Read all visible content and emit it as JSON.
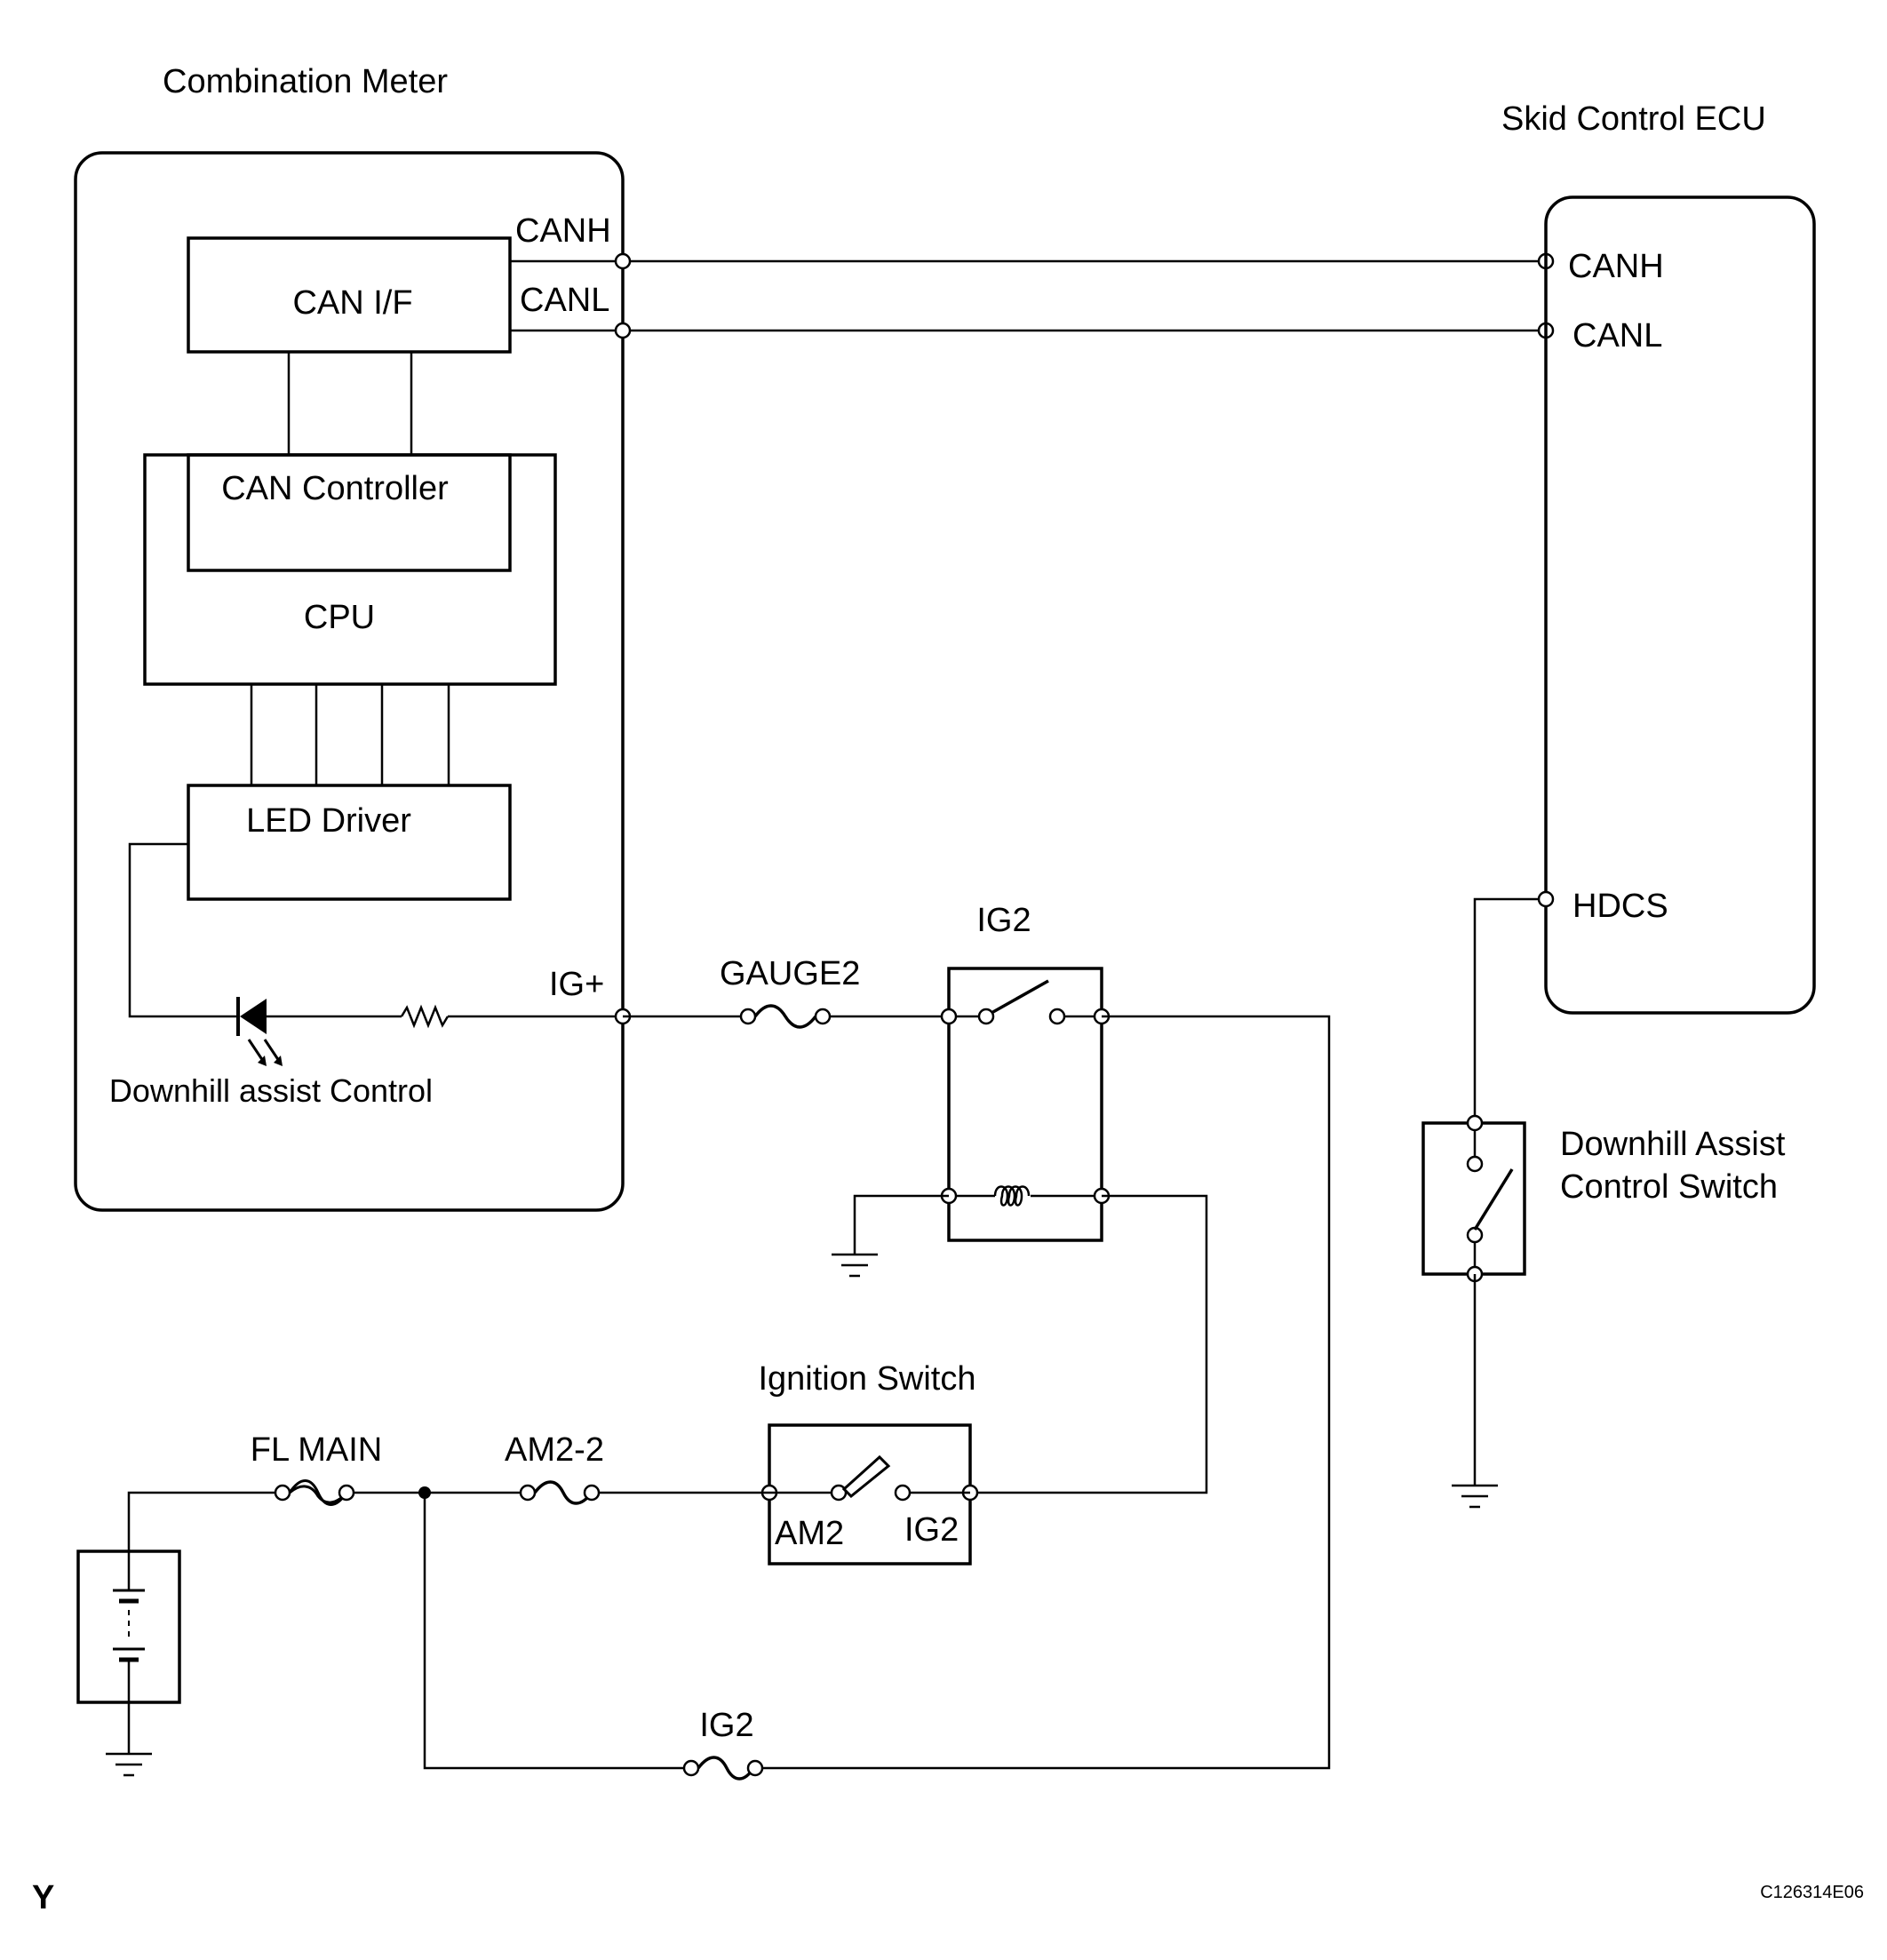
{
  "combination_meter": {
    "title": "Combination Meter",
    "can_if": "CAN I/F",
    "can_controller": "CAN Controller",
    "cpu": "CPU",
    "led_driver": "LED Driver",
    "canh": "CANH",
    "canl": "CANL",
    "ig_plus": "IG+",
    "indicator_label": "Downhill assist Control"
  },
  "skid_control_ecu": {
    "title": "Skid Control ECU",
    "canh": "CANH",
    "canl": "CANL",
    "hdcs": "HDCS"
  },
  "relay": {
    "label": "IG2"
  },
  "fuses": {
    "gauge2": "GAUGE2",
    "fl_main": "FL MAIN",
    "am2_2": "AM2-2",
    "ig2": "IG2"
  },
  "ignition_switch": {
    "title": "Ignition Switch",
    "am2": "AM2",
    "ig2": "IG2"
  },
  "hdc_switch": {
    "line1": "Downhill Assist",
    "line2": "Control Switch"
  },
  "footer": {
    "left_mark": "Y",
    "figure_code": "C126314E06"
  }
}
